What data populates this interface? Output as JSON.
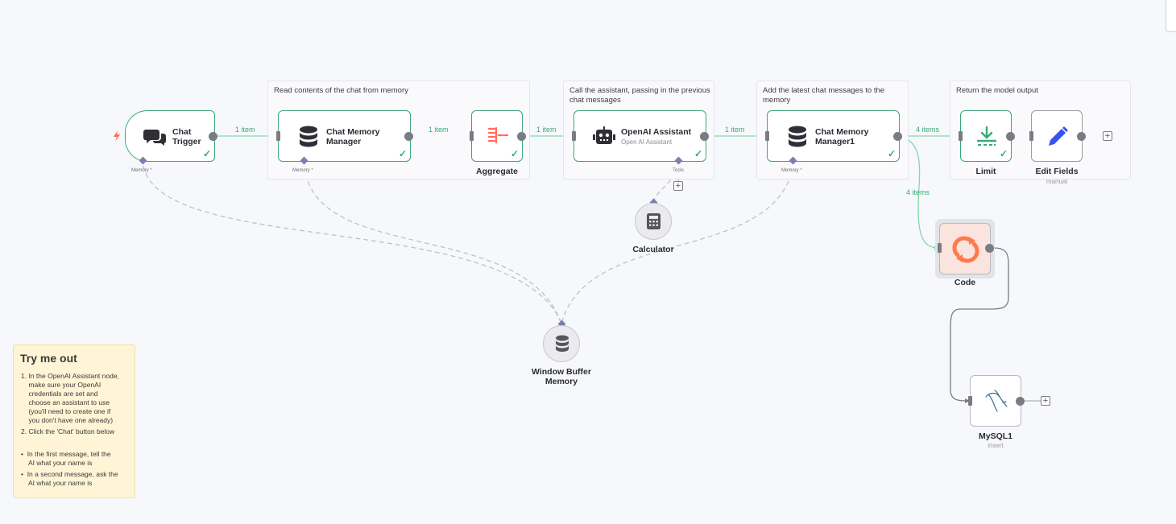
{
  "stickies": {
    "read_memory": "Read contents of the chat from memory",
    "call_assistant": "Call the assistant, passing in the previous chat messages",
    "add_messages": "Add the latest chat messages to the memory",
    "return_output": "Return the model output"
  },
  "nodes": {
    "chat_trigger": {
      "title_line1": "Chat",
      "title_line2": "Trigger"
    },
    "chat_memory_manager": {
      "title_line1": "Chat Memory",
      "title_line2": "Manager"
    },
    "aggregate": {
      "label": "Aggregate"
    },
    "openai_assistant": {
      "title": "OpenAI Assistant",
      "subtitle": "Open AI Assistant"
    },
    "chat_memory_manager1": {
      "title_line1": "Chat Memory",
      "title_line2": "Manager1"
    },
    "limit": {
      "label": "Limit"
    },
    "edit_fields": {
      "label": "Edit Fields",
      "subtitle": "manual"
    },
    "calculator": {
      "label": "Calculator"
    },
    "window_buffer_memory": {
      "label_line1": "Window Buffer",
      "label_line2": "Memory"
    },
    "code": {
      "label": "Code"
    },
    "mysql1": {
      "label": "MySQL1",
      "subtitle": "insert"
    }
  },
  "ports": {
    "memory": "Memory",
    "required_mark": "*",
    "tools": "Tools"
  },
  "connections": {
    "trigger_to_manager": "1 item",
    "manager_to_aggregate": "1 item",
    "aggregate_to_assistant": "1 item",
    "assistant_to_manager1": "1 item",
    "manager1_to_limit": "4 items",
    "manager1_to_code": "4 items"
  },
  "note": {
    "title": "Try me out",
    "lines": [
      "1. In the OpenAI Assistant node,",
      "    make sure your OpenAI",
      "    credentials are set and",
      "    choose an assistant to use",
      "    (you'll need to create one if",
      "    you don't have one already)",
      "2. Click the 'Chat' button below",
      "",
      "•  In the first message, tell the",
      "    AI what your name is",
      "•  In a second message, ask the",
      "    AI what your name is"
    ]
  },
  "icons": {
    "trigger": "bolt-icon",
    "chat": "chat-bubbles-icon",
    "database": "database-icon",
    "aggregate": "aggregate-icon",
    "robot": "robot-icon",
    "limit": "download-icon",
    "edit": "pencil-icon",
    "calculator": "calculator-icon",
    "code": "code-cycle-icon",
    "mysql": "dolphin-icon",
    "plus": "plus-icon",
    "check": "checkmark-icon"
  },
  "colors": {
    "success": "#3aa876",
    "trigger_bolt": "#ff6d5a",
    "memory_port": "#7b7fb0",
    "edit_icon": "#3754e8"
  }
}
